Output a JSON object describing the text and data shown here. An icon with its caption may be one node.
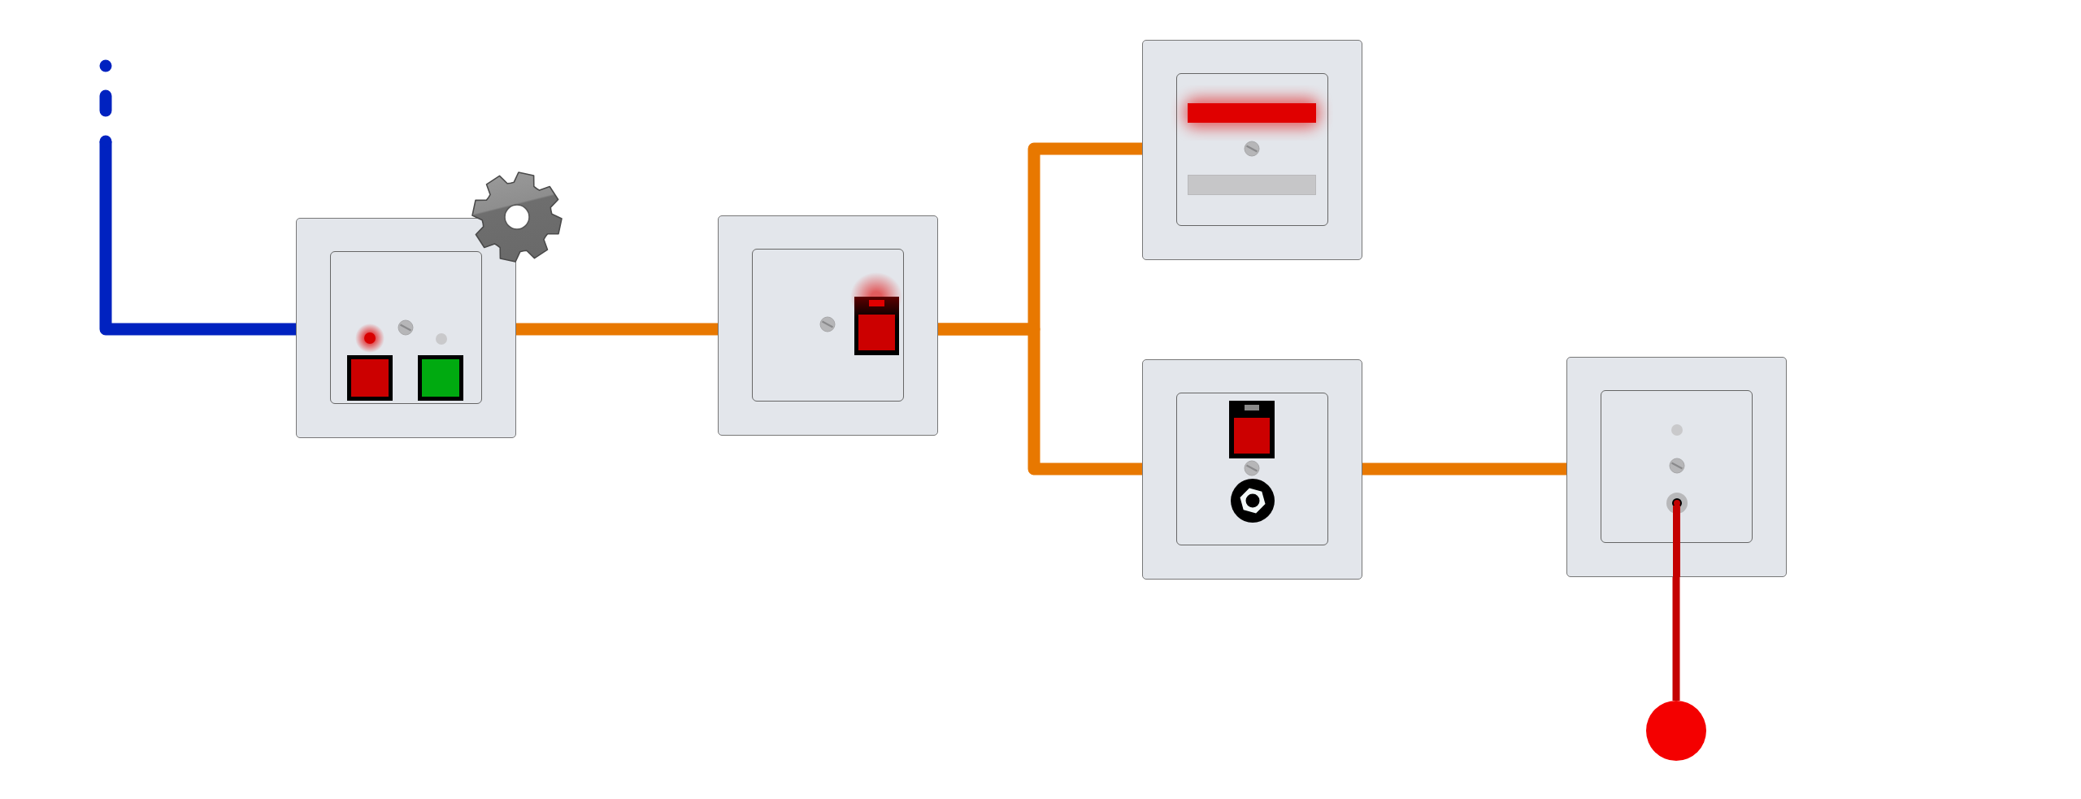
{
  "diagram": {
    "nodes": [
      {
        "text": [],
        "shape": "box"
      },
      {
        "text": [],
        "shape": "box"
      },
      {
        "text": [],
        "shape": "box"
      },
      {
        "text": [],
        "shape": "box"
      },
      {
        "text": [],
        "shape": "box"
      },
      {
        "text": [],
        "shape": "circle"
      }
    ],
    "edges": [
      {
        "from": null,
        "to": 0,
        "arrow": "other",
        "color": "#0022c0"
      },
      {
        "from": 0,
        "to": 1,
        "arrow": "none"
      },
      {
        "from": 1,
        "to": 2,
        "arrow": "none"
      },
      {
        "from": 1,
        "to": 3,
        "arrow": "none"
      },
      {
        "from": 3,
        "to": 4,
        "arrow": "none"
      },
      {
        "from": 4,
        "to": 5,
        "arrow": "none",
        "color": "#c40000"
      }
    ]
  }
}
